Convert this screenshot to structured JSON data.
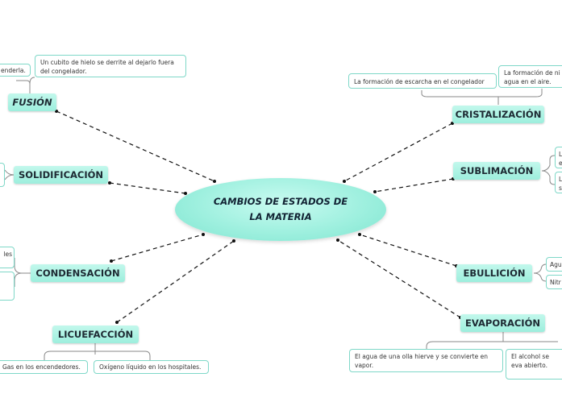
{
  "center": {
    "title": "CAMBIOS DE ESTADOS DE LA MATERIA"
  },
  "branches": {
    "fusion": {
      "label": "FUSIÓN"
    },
    "solidificacion": {
      "label": "SOLIDIFICACIÓN"
    },
    "condensacion": {
      "label": "CONDENSACIÓN"
    },
    "licuefaccion": {
      "label": "LICUEFACCIÓN"
    },
    "cristalizacion": {
      "label": "CRISTALIZACIÓN"
    },
    "sublimacion": {
      "label": "SUBLIMACIÓN"
    },
    "ebullicion": {
      "label": "EBULLICIÓN"
    },
    "evaporacion": {
      "label": "EVAPORACIÓN"
    }
  },
  "examples": {
    "fusion_1": "enderla.",
    "fusion_2": "Un cubito de hielo se derrite al dejarlo fuera del congelador.",
    "cristalizacion_1": "La formación de escarcha en el congelador",
    "cristalizacion_2": "La formación de ni agua en el aire.",
    "sublimacion_1": "L e",
    "sublimacion_2": "L s",
    "condensacion_1": "les",
    "licuefaccion_1": "Gas en los encendedores.",
    "licuefaccion_2": "Oxígeno líquido en los hospitales.",
    "ebullicion_1": "Agu",
    "ebullicion_2": "Nitr",
    "evaporacion_1": "El agua de una olla hierve y se convierte en vapor.",
    "evaporacion_2": "El alcohol se eva abierto."
  }
}
